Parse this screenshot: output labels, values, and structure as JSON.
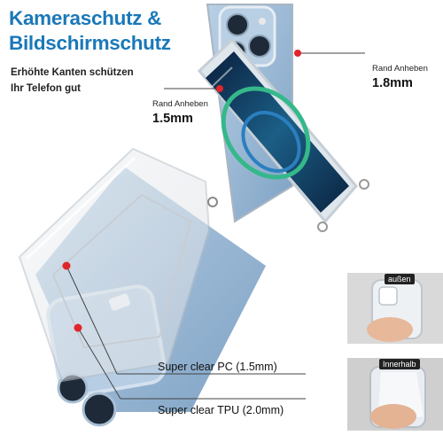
{
  "headline": {
    "line1": "Kameraschutz &",
    "line2": "Bildschirmschutz",
    "sub1": "Erhöhte Kanten schützen",
    "sub2": "Ihr Telefon gut"
  },
  "callouts": {
    "top_label": "Rand Anheben",
    "top_value": "1.8mm",
    "left_label": "Rand Anheben",
    "left_value": "1.5mm"
  },
  "specs": {
    "pc": "Super clear PC (1.5mm)",
    "tpu": "Super clear TPU (2.0mm)"
  },
  "insets": {
    "outside": "außen",
    "inside": "Innerhalb"
  },
  "colors": {
    "title": "#1a78b8",
    "marker": "#e0252b",
    "phone_blue": "#9cbad6"
  }
}
